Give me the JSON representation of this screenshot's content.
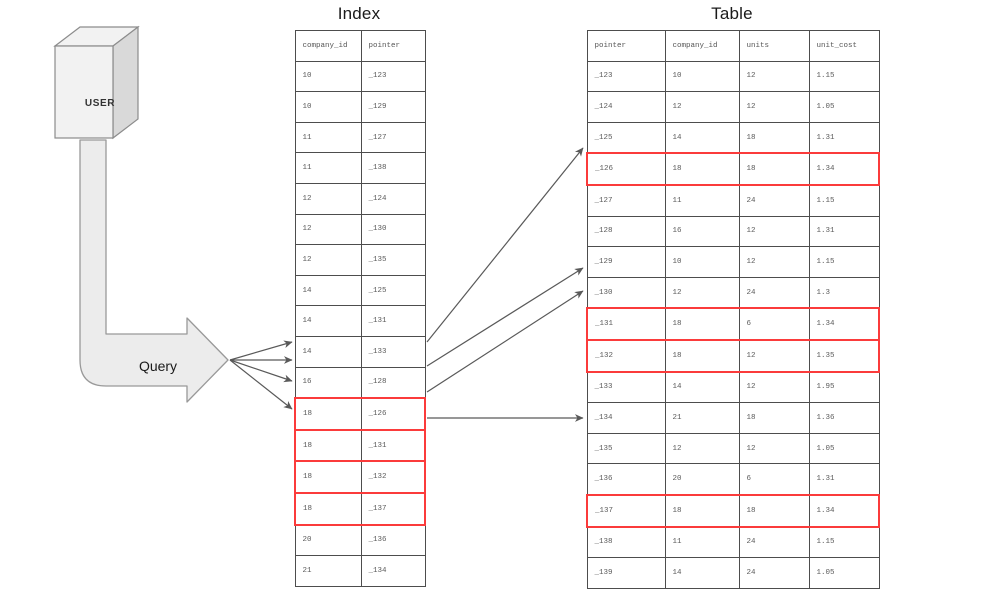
{
  "diagram": {
    "index_title": "Index",
    "table_title": "Table",
    "user_label": "USER",
    "query_label": "Query",
    "highlight_color": "#fb3b3b",
    "arrow_color": "#595959",
    "shape_fill": "#ececec"
  },
  "index": {
    "headers": [
      "company_id",
      "pointer"
    ],
    "rows": [
      {
        "company_id": "10",
        "pointer": "_123",
        "highlight": false
      },
      {
        "company_id": "10",
        "pointer": "_129",
        "highlight": false
      },
      {
        "company_id": "11",
        "pointer": "_127",
        "highlight": false
      },
      {
        "company_id": "11",
        "pointer": "_138",
        "highlight": false
      },
      {
        "company_id": "12",
        "pointer": "_124",
        "highlight": false
      },
      {
        "company_id": "12",
        "pointer": "_130",
        "highlight": false
      },
      {
        "company_id": "12",
        "pointer": "_135",
        "highlight": false
      },
      {
        "company_id": "14",
        "pointer": "_125",
        "highlight": false
      },
      {
        "company_id": "14",
        "pointer": "_131",
        "highlight": false
      },
      {
        "company_id": "14",
        "pointer": "_133",
        "highlight": false
      },
      {
        "company_id": "16",
        "pointer": "_128",
        "highlight": false
      },
      {
        "company_id": "18",
        "pointer": "_126",
        "highlight": true
      },
      {
        "company_id": "18",
        "pointer": "_131",
        "highlight": true
      },
      {
        "company_id": "18",
        "pointer": "_132",
        "highlight": true
      },
      {
        "company_id": "18",
        "pointer": "_137",
        "highlight": true
      },
      {
        "company_id": "20",
        "pointer": "_136",
        "highlight": false
      },
      {
        "company_id": "21",
        "pointer": "_134",
        "highlight": false
      }
    ]
  },
  "table": {
    "headers": [
      "pointer",
      "company_id",
      "units",
      "unit_cost"
    ],
    "rows": [
      {
        "pointer": "_123",
        "company_id": "10",
        "units": "12",
        "unit_cost": "1.15",
        "highlight": false
      },
      {
        "pointer": "_124",
        "company_id": "12",
        "units": "12",
        "unit_cost": "1.05",
        "highlight": false
      },
      {
        "pointer": "_125",
        "company_id": "14",
        "units": "18",
        "unit_cost": "1.31",
        "highlight": false
      },
      {
        "pointer": "_126",
        "company_id": "18",
        "units": "18",
        "unit_cost": "1.34",
        "highlight": true
      },
      {
        "pointer": "_127",
        "company_id": "11",
        "units": "24",
        "unit_cost": "1.15",
        "highlight": false
      },
      {
        "pointer": "_128",
        "company_id": "16",
        "units": "12",
        "unit_cost": "1.31",
        "highlight": false
      },
      {
        "pointer": "_129",
        "company_id": "10",
        "units": "12",
        "unit_cost": "1.15",
        "highlight": false
      },
      {
        "pointer": "_130",
        "company_id": "12",
        "units": "24",
        "unit_cost": "1.3",
        "highlight": false
      },
      {
        "pointer": "_131",
        "company_id": "18",
        "units": "6",
        "unit_cost": "1.34",
        "highlight": true
      },
      {
        "pointer": "_132",
        "company_id": "18",
        "units": "12",
        "unit_cost": "1.35",
        "highlight": true
      },
      {
        "pointer": "_133",
        "company_id": "14",
        "units": "12",
        "unit_cost": "1.95",
        "highlight": false
      },
      {
        "pointer": "_134",
        "company_id": "21",
        "units": "18",
        "unit_cost": "1.36",
        "highlight": false
      },
      {
        "pointer": "_135",
        "company_id": "12",
        "units": "12",
        "unit_cost": "1.05",
        "highlight": false
      },
      {
        "pointer": "_136",
        "company_id": "20",
        "units": "6",
        "unit_cost": "1.31",
        "highlight": false
      },
      {
        "pointer": "_137",
        "company_id": "18",
        "units": "18",
        "unit_cost": "1.34",
        "highlight": true
      },
      {
        "pointer": "_138",
        "company_id": "11",
        "units": "24",
        "unit_cost": "1.15",
        "highlight": false
      },
      {
        "pointer": "_139",
        "company_id": "14",
        "units": "24",
        "unit_cost": "1.05",
        "highlight": false
      }
    ]
  }
}
